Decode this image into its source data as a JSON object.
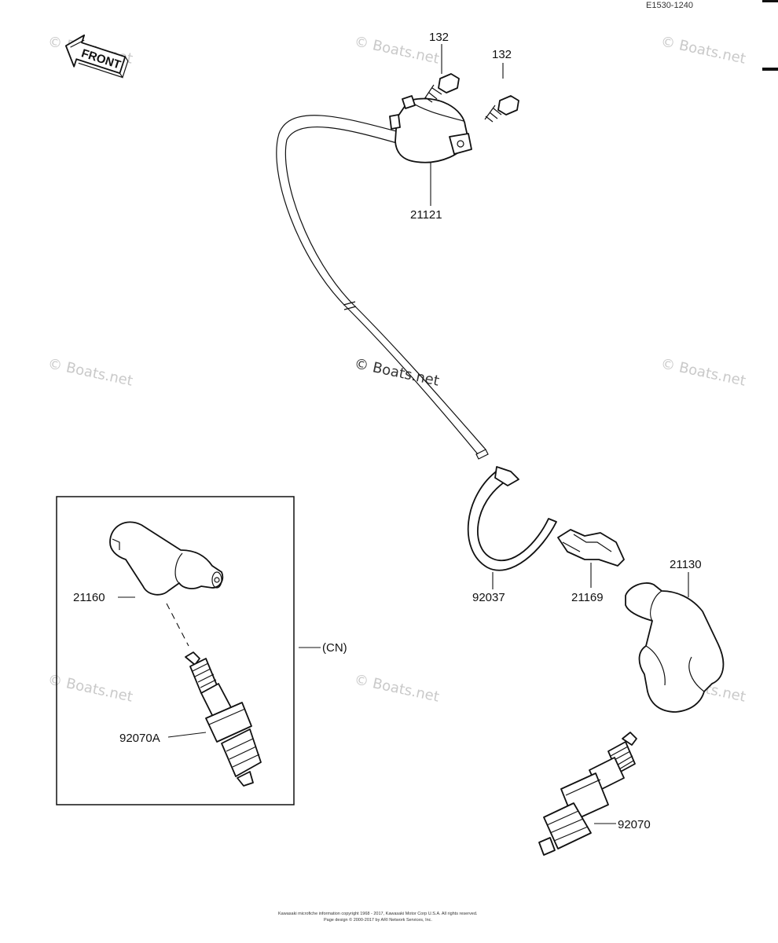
{
  "diagram_code": "E1530-1240",
  "front_arrow_label": "FRONT",
  "watermark": "© Boats.net",
  "variant_note": "(CN)",
  "part_labels": {
    "bolt_a": "132",
    "bolt_b": "132",
    "ignition_coil": "21121",
    "cap_boxed": "21160",
    "plug_boxed": "92070A",
    "band": "92037",
    "clamp": "21169",
    "cap": "21130",
    "plug": "92070"
  },
  "footer_line1": "Kawasaki microfiche information copyright 1968 - 2017, Kawasaki Motor Corp U.S.A. All rights reserved.",
  "footer_line2": "Page design © 2000-2017 by ARI Network Services, Inc."
}
